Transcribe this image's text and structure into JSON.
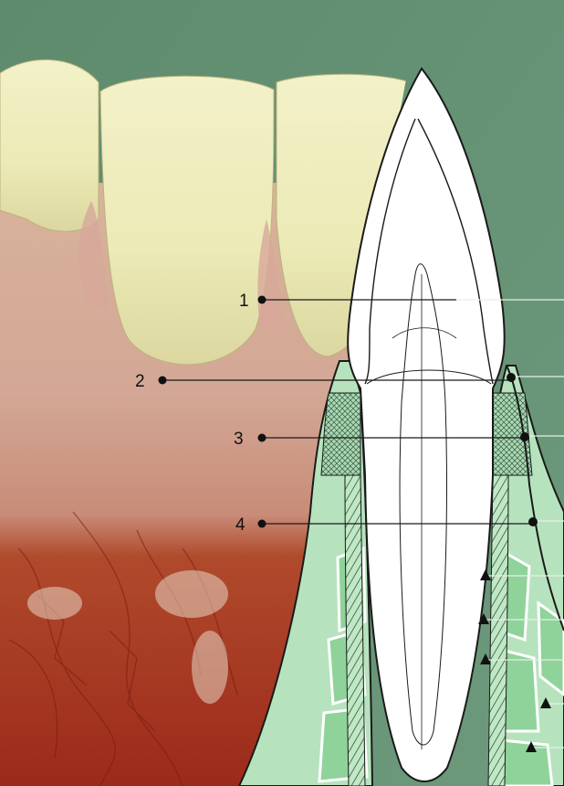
{
  "figure": {
    "callouts": [
      {
        "label": "1"
      },
      {
        "label": "2"
      },
      {
        "label": "3"
      },
      {
        "label": "4"
      }
    ],
    "dot_markers": 3,
    "triangle_markers": 5
  },
  "colors": {
    "background_green": "#5f8c6e",
    "gum_pink": "#c68f80",
    "mucosa_red": "#a8321e",
    "tooth_cream": "#ecebb9",
    "diagram_white": "#ffffff",
    "pdl_green": "#a7dcb2",
    "bone_green": "#9fe0a5",
    "line_black": "#1a1a1a"
  }
}
